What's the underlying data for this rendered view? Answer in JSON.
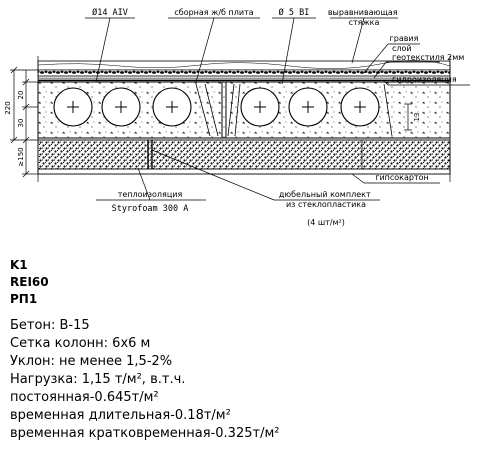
{
  "labels": {
    "rebar_top": "Ø14 AIV",
    "precast_slab": "сборная ж/б плита",
    "rebar_mesh": "Ø 5 BI",
    "leveling_screed": "выравнивающая стяжка",
    "gravel": "гравия",
    "geotextile": "слой геотекстиля 2мм",
    "waterproofing": "гидроизоляция",
    "insulation": "теплоизоляция",
    "insulation_brand": "Styrofoam 300 A",
    "dowel_kit": "дюбельный комплект из стеклопластика",
    "dowel_qty": "(4 шт/м²)",
    "drywall": "гипсокартон"
  },
  "dimensions": {
    "total": "220",
    "top": "20",
    "mid": "30",
    "insul": "≥150",
    "right": "13"
  },
  "codes": [
    "K1",
    "REI60",
    "РП1"
  ],
  "specs": [
    "Бетон: B-15",
    "Сетка колонн: 6х6 м",
    "Уклон: не менее 1,5-2%",
    "Нагрузка: 1,15 т/м², в.т.ч.",
    "постоянная-0.645т/м²",
    "временная длительная-0.18т/м²",
    "временная кратковременная-0.325т/м²"
  ]
}
